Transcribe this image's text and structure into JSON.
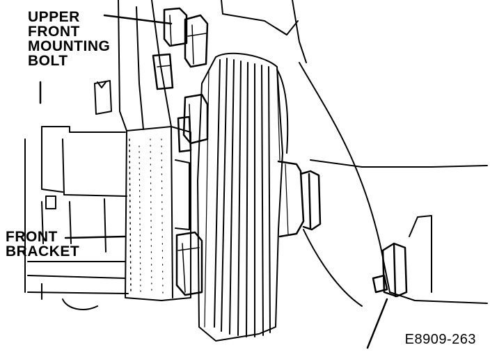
{
  "callouts": {
    "upper_front_mounting_bolt": [
      "UPPER",
      "FRONT",
      "MOUNTING",
      "BOLT"
    ],
    "front_bracket": [
      "FRONT",
      "BRACKET"
    ]
  },
  "figure_id": "E8909-263",
  "colors": {
    "ink": "#000000",
    "paper": "#ffffff"
  }
}
